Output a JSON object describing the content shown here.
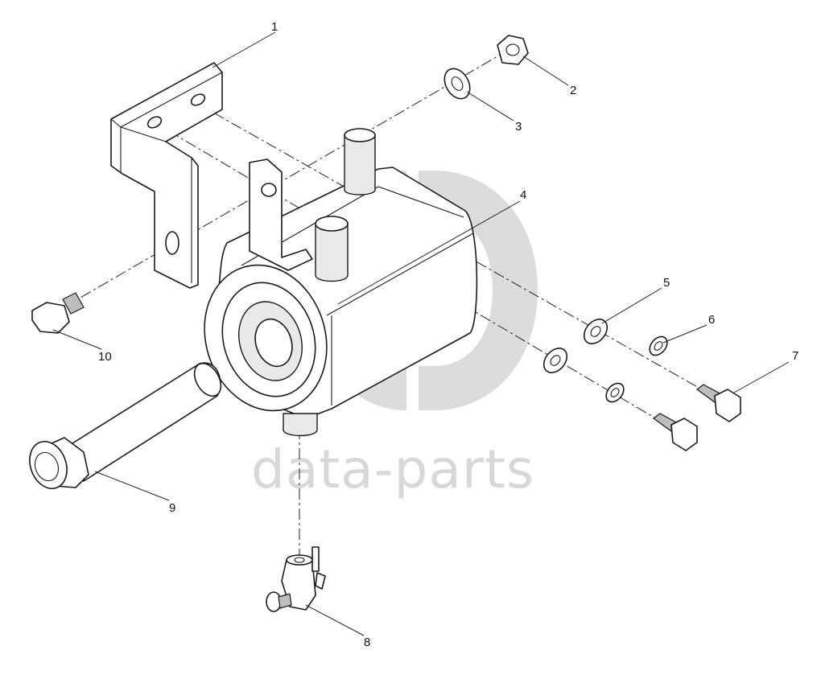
{
  "watermark": {
    "text": "data-parts",
    "color": "#d8d8d8"
  },
  "callouts": [
    {
      "id": "1",
      "label": "1"
    },
    {
      "id": "2",
      "label": "2"
    },
    {
      "id": "3",
      "label": "3"
    },
    {
      "id": "4",
      "label": "4"
    },
    {
      "id": "5",
      "label": "5"
    },
    {
      "id": "6",
      "label": "6"
    },
    {
      "id": "7",
      "label": "7"
    },
    {
      "id": "8",
      "label": "8"
    },
    {
      "id": "9",
      "label": "9"
    },
    {
      "id": "10",
      "label": "10"
    }
  ]
}
